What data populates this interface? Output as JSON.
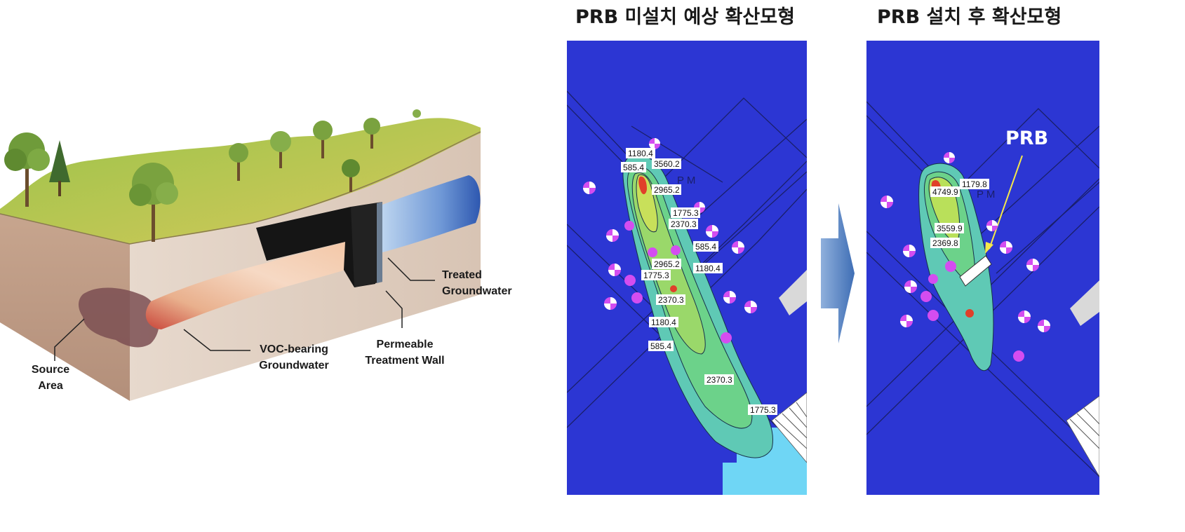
{
  "titles": {
    "before": "PRB 미설치 예상 확산모형",
    "after": "PRB 설치 후 확산모형"
  },
  "diagram": {
    "labels": {
      "treated": [
        "Treated",
        "Groundwater"
      ],
      "wall": [
        "Permeable",
        "Treatment Wall"
      ],
      "voc": [
        "VOC-bearing",
        "Groundwater"
      ],
      "source": [
        "Source",
        "Area"
      ]
    }
  },
  "map_before": {
    "contour_labels": [
      "1180.4",
      "585.4",
      "3560.2",
      "2965.2",
      "1775.3",
      "2370.3",
      "585.4",
      "1180.4",
      "2965.2",
      "1775.3",
      "2370.3",
      "1180.4",
      "585.4",
      "2370.3",
      "1775.3"
    ],
    "road_label": "P M"
  },
  "map_after": {
    "contour_labels": [
      "1179.8",
      "4749.9",
      "3559.9",
      "2369.8"
    ],
    "road_label": "P M",
    "prb_label": "PRB"
  },
  "colors": {
    "map_bg": "#2c36d3",
    "plume_outer": "#5fc9b5",
    "plume_mid": "#6cd28a",
    "plume_inner": "#b9e05a",
    "hotspot": "#e0402a",
    "well": "#d44df0",
    "arrow": "#5b86c4"
  }
}
